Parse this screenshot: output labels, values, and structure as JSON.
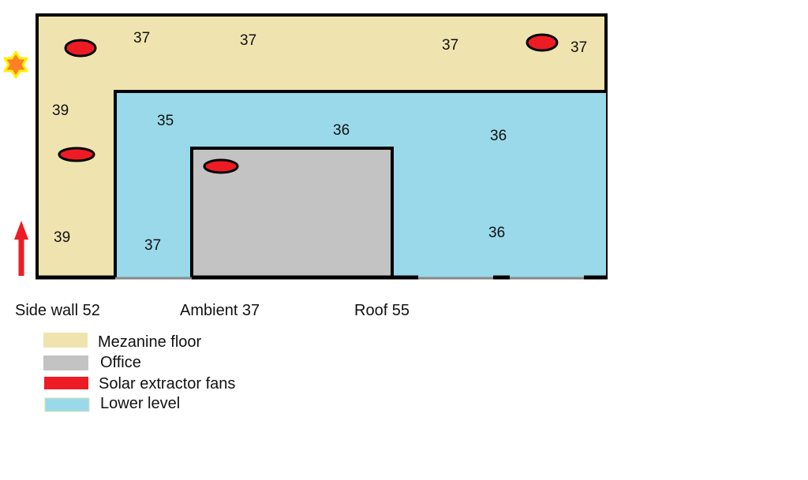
{
  "colors": {
    "mezzanine": "#EFE4B0",
    "office": "#C3C3C3",
    "fan": "#ED1C24",
    "lower": "#99D9EA",
    "wall": "#000000",
    "star_outer": "#FFF200",
    "star_inner": "#FF7F27"
  },
  "readings": {
    "mezz_top_1": "37",
    "mezz_top_2": "37",
    "mezz_top_3": "37",
    "mezz_top_4": "37",
    "mezz_left_upper": "39",
    "mezz_left_lower": "39",
    "lower_upper_left": "35",
    "lower_center": "36",
    "lower_upper_right": "36",
    "lower_lower_left": "37",
    "lower_lower_right": "36"
  },
  "bottom_labels": {
    "side_wall": "Side wall 52",
    "ambient": "Ambient 37",
    "roof": "Roof 55"
  },
  "legend": [
    {
      "label": "Mezanine floor"
    },
    {
      "label": "Office"
    },
    {
      "label": "Solar extractor fans"
    },
    {
      "label": "Lower level"
    }
  ]
}
